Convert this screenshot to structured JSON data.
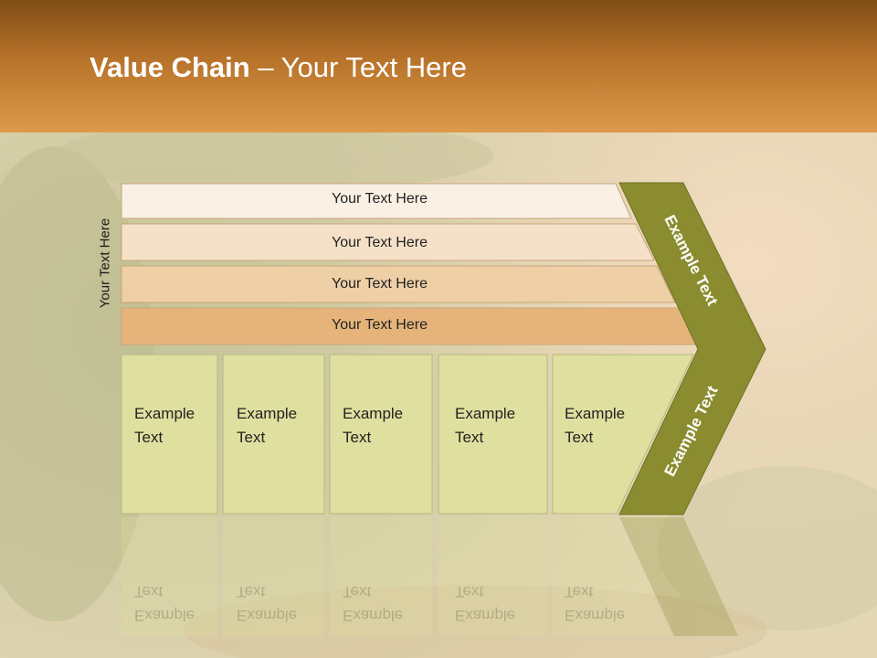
{
  "header": {
    "title_bold": "Value Chain",
    "title_rest": " – Your Text Here"
  },
  "side_label": "Your Text Here",
  "rows": [
    {
      "label": "Your Text Here",
      "color": "#faf0e4"
    },
    {
      "label": "Your Text Here",
      "color": "#f5e1c8"
    },
    {
      "label": "Your Text Here",
      "color": "#efcfa6"
    },
    {
      "label": "Your Text Here",
      "color": "#e6b47a"
    }
  ],
  "columns": [
    {
      "line1": "Example",
      "line2": "Text"
    },
    {
      "line1": "Example",
      "line2": "Text"
    },
    {
      "line1": "Example",
      "line2": "Text"
    },
    {
      "line1": "Example",
      "line2": "Text"
    },
    {
      "line1": "Example",
      "line2": "Text"
    }
  ],
  "chevron": {
    "upper_label": "Example Text",
    "lower_label": "Example Text",
    "color": "#8a8c2f"
  },
  "colors": {
    "column_fill": "#dfe0a0",
    "header_top": "#7f4c14",
    "header_bottom": "#dd9a4c"
  }
}
